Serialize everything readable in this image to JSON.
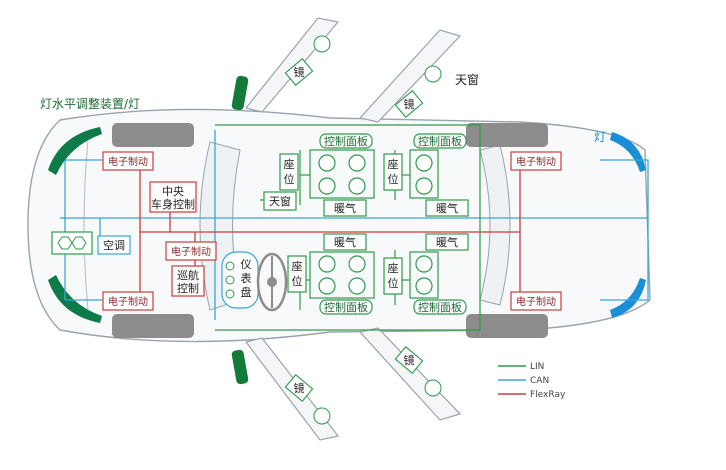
{
  "labels": {
    "headlamp_level": "灯水平调整装置/灯",
    "light_rear": "灯",
    "sunroof": "天窗",
    "sunroof_inner": "天窗",
    "central_body_l1": "中央",
    "central_body_l2": "车身控制",
    "air_con": "空调",
    "ebrake_fl": "电子制动",
    "ebrake_rl": "电子制动",
    "ebrake_fr": "电子制动",
    "ebrake_rr": "电子制动",
    "ebrake_mid": "电子制动",
    "cruise_l1": "巡航",
    "cruise_l2": "控制",
    "dash_l1": "仪",
    "dash_l2": "表",
    "dash_l3": "盘",
    "seat_fl_1": "座",
    "seat_fl_2": "位",
    "seat_fr_1": "座",
    "seat_fr_2": "位",
    "seat_rl_1": "座",
    "seat_rl_2": "位",
    "seat_rr_1": "座",
    "seat_rr_2": "位",
    "ctrl_panel_1": "控制面板",
    "ctrl_panel_2": "控制面板",
    "ctrl_panel_3": "控制面板",
    "ctrl_panel_4": "控制面板",
    "heat_1": "暖气",
    "heat_2": "暖气",
    "heat_3": "暖气",
    "heat_4": "暖气",
    "mirror_1": "镜",
    "mirror_2": "镜",
    "mirror_3": "镜",
    "mirror_4": "镜"
  },
  "legend": [
    {
      "name": "LIN",
      "color": "#2e9a4a"
    },
    {
      "name": "CAN",
      "color": "#3aa6d8"
    },
    {
      "name": "FlexRay",
      "color": "#d03a3a"
    }
  ],
  "colors": {
    "lin": "#2e9a4a",
    "can": "#3aa6d8",
    "flexray": "#d03a3a",
    "body_outline": "#9aa3ad",
    "tire": "#8c8c8c",
    "headlamp": "#0d7a4a",
    "taillamp": "#1a8fd6"
  }
}
